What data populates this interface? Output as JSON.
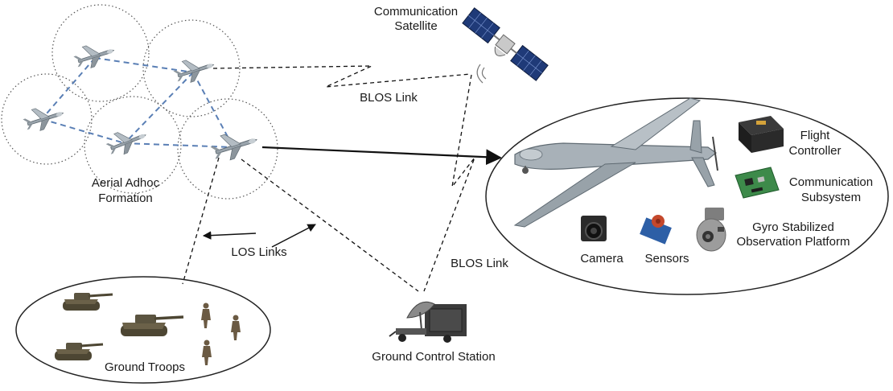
{
  "labels": {
    "satellite_line1": "Communication",
    "satellite_line2": "Satellite",
    "blos_link_top": "BLOS Link",
    "formation_line1": "Aerial Adhoc",
    "formation_line2": "Formation",
    "los_links": "LOS Links",
    "blos_link_bottom": "BLOS Link",
    "ground_troops": "Ground Troops",
    "ground_control": "Ground Control Station",
    "flight_controller_line1": "Flight",
    "flight_controller_line2": "Controller",
    "comm_subsystem_line1": "Communication",
    "comm_subsystem_line2": "Subsystem",
    "gyro_line1": "Gyro Stabilized",
    "gyro_line2": "Observation Platform",
    "camera": "Camera",
    "sensors": "Sensors"
  },
  "colors": {
    "formation_link": "#5a7fb5",
    "line": "#111111",
    "drone_body": "#9aa4ac",
    "drone_dark": "#5f6a72",
    "board_green": "#3d8a4a",
    "tank": "#5b5440",
    "soldier": "#6b5a43"
  },
  "icons": [
    "satellite-icon",
    "drone-icon",
    "tank-icon",
    "soldier-icon",
    "ground-station-icon",
    "flight-controller-icon",
    "comm-board-icon",
    "camera-icon",
    "sensor-icon",
    "gimbal-icon"
  ]
}
